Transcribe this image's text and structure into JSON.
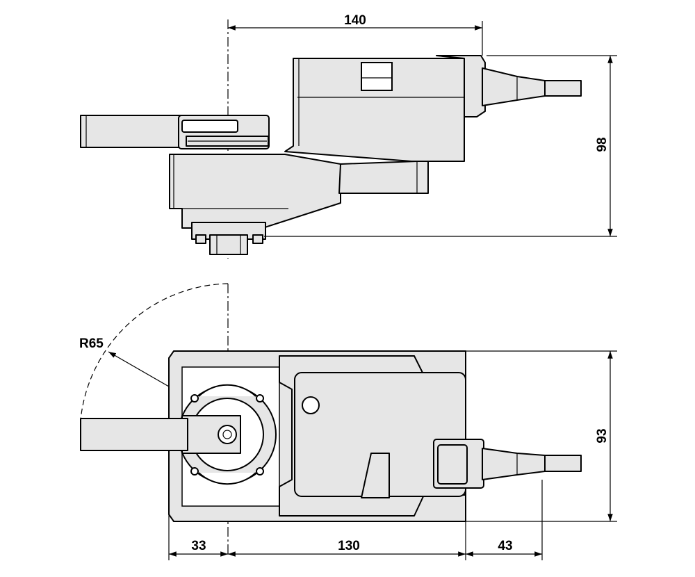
{
  "dimensions": {
    "top_width": "140",
    "top_height": "98",
    "bottom_height": "93",
    "bottom_left": "33",
    "bottom_middle": "130",
    "bottom_right": "43",
    "radius": "R65"
  },
  "colors": {
    "housing_fill": "#e6e6e6",
    "line": "#000000"
  }
}
